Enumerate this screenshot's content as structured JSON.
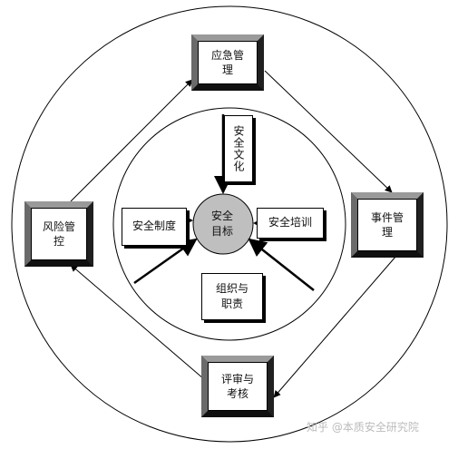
{
  "diagram": {
    "outer_cycle": {
      "top": "应急管\n理",
      "right": "事件管\n理",
      "bottom": "评审与\n考核",
      "left": "风险管\n控"
    },
    "center": "安全\n目标",
    "inner_elements": {
      "top": "安全文化",
      "left": "安全制度",
      "right": "安全培训",
      "bottom": "组织与\n职责"
    }
  },
  "watermark": "知乎 @本质安全研究院",
  "colors": {
    "line": "#000000",
    "center_fill": "#bfbfbf",
    "bevel_dark": "#2f2f2f"
  }
}
